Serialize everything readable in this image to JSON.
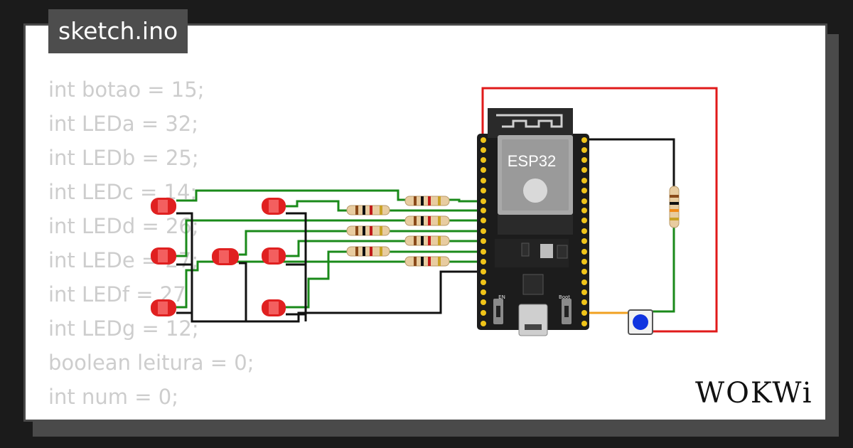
{
  "file_tab": {
    "label": "sketch.ino"
  },
  "code_lines": [
    "int botao = 15;",
    "int LEDa = 32;",
    "int LEDb = 25;",
    "int LEDc = 14;",
    "int LEDd = 26;",
    "int LEDe = 27;",
    "int LEDf = 27",
    "int LEDg = 12;",
    "boolean leitura = 0;",
    "int num = 0;"
  ],
  "board": {
    "title": "ESP32",
    "button_en": "EN",
    "button_boot": "Boot"
  },
  "brand": {
    "name": "WOKWi"
  },
  "colors": {
    "wire_red": "#e01a1a",
    "wire_green": "#1a8a1a",
    "wire_black": "#111111",
    "wire_orange": "#f0a020",
    "led_red": "#e02020",
    "button_cap": "#1034e0"
  }
}
